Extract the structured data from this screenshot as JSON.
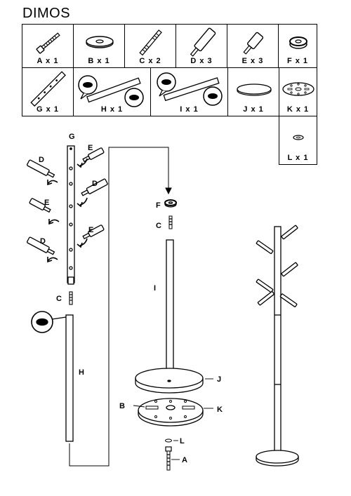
{
  "title": "DIMOS",
  "parts": [
    {
      "label": "A x 1",
      "icon": "bolt-icon"
    },
    {
      "label": "B x 1",
      "icon": "washer-icon"
    },
    {
      "label": "C x 2",
      "icon": "threaded-rod-icon"
    },
    {
      "label": "D x 3",
      "icon": "long-hook-icon"
    },
    {
      "label": "E x 3",
      "icon": "short-hook-icon"
    },
    {
      "label": "F x 1",
      "icon": "cap-icon"
    },
    {
      "label": "G x 1",
      "icon": "top-pole-icon"
    },
    {
      "label": "H x 1",
      "icon": "middle-pole-icon"
    },
    {
      "label": "I x 1",
      "icon": "bottom-pole-icon"
    },
    {
      "label": "J x 1",
      "icon": "base-disc-icon"
    },
    {
      "label": "K x 1",
      "icon": "base-plate-icon"
    },
    {
      "label": "L x 1",
      "icon": "small-washer-icon"
    }
  ],
  "callouts": {
    "G": "G",
    "D": "D",
    "E": "E",
    "C": "C",
    "H": "H",
    "F": "F",
    "I": "I",
    "J": "J",
    "K": "K",
    "B": "B",
    "L": "L",
    "A": "A"
  }
}
